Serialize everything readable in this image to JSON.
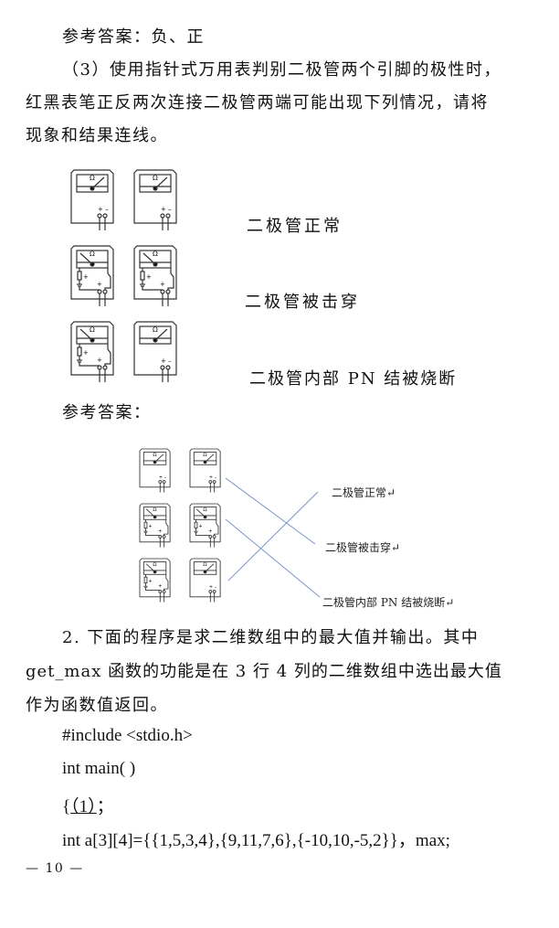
{
  "lines": {
    "ref1": "参考答案：负、正",
    "q3_l1": "（3）使用指针式万用表判别二极管两个引脚的极性时，",
    "q3_l2": "红黑表笔正反两次连接二极管两端可能出现下列情况，请将",
    "q3_l3": "现象和结果连线。",
    "ref2": "参考答案：",
    "p2_l1": "2. 下面的程序是求二维数组中的最大值并输出。其中",
    "p2_l2": "get_max 函数的功能是在 3 行 4 列的二维数组中选出最大值",
    "p2_l3": "作为函数值返回。"
  },
  "labels": [
    "二极管正常",
    "二极管被击穿",
    "二极管内部 PN 结被烧断"
  ],
  "answer_labels": [
    "二极管正常↵",
    "二极管被击穿↵",
    "二极管内部 PN 结被烧断↵"
  ],
  "meter_symbol": "Ω",
  "code": {
    "l1": "#include <stdio.h>",
    "l2": "int main( )",
    "l3_open": "{",
    "l3_blank": "（1）",
    "l3_end": "；",
    "l4": "int a[3][4]={{1,5,3,4},{9,11,7,6},{-10,10,-5,2}}，max;"
  },
  "footer": "— 10 —",
  "line_color": "#7b93c9"
}
